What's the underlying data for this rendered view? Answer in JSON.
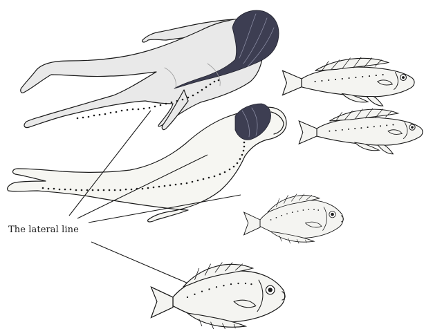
{
  "caption": "The lateral line",
  "colors": {
    "ink": "#1a1a1a",
    "hair": "#3d3e52",
    "skin_upper": "#e9e9e9",
    "skin_lower": "#f6f6f2",
    "fish_fill": "#f4f4f1"
  },
  "figures": [
    {
      "kind": "human",
      "description_name": "upper-swimmer"
    },
    {
      "kind": "human",
      "description_name": "lower-swimmer"
    },
    {
      "kind": "fish",
      "description_name": "fish-1"
    },
    {
      "kind": "fish",
      "description_name": "fish-2"
    },
    {
      "kind": "fish",
      "description_name": "fish-3"
    },
    {
      "kind": "fish",
      "description_name": "fish-4"
    }
  ]
}
